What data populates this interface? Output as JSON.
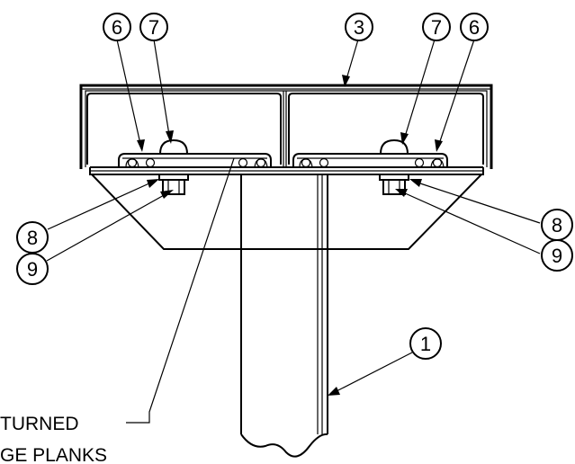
{
  "callouts": {
    "c6_left": "6",
    "c7_left": "7",
    "c3_top": "3",
    "c7_right": "7",
    "c6_right": "6",
    "c8_left": "8",
    "c9_left": "9",
    "c8_right": "8",
    "c9_right": "9",
    "c1": "1"
  },
  "note": {
    "line1": "TURNED",
    "line2": "GE PLANKS"
  },
  "colors": {
    "ink": "#000000",
    "paper": "#ffffff"
  }
}
